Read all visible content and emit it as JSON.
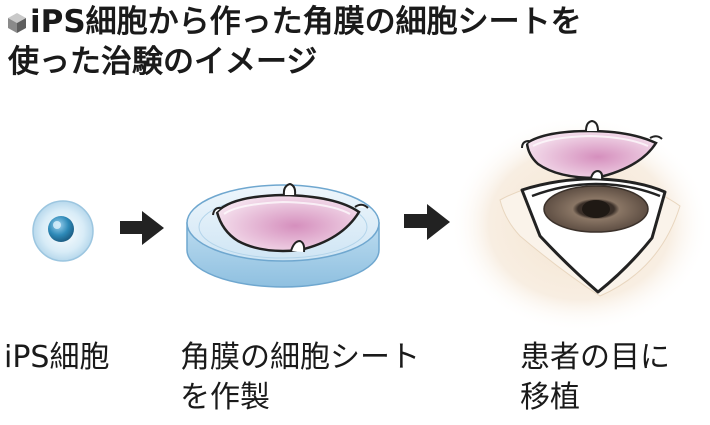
{
  "title": {
    "line1": "iPS細胞から作った角膜の細胞シートを",
    "line2": "使った治験のイメージ"
  },
  "icons": {
    "bullet": "cube-icon",
    "arrow": "arrow-right-icon"
  },
  "steps": [
    {
      "line1": "iPS細胞",
      "line2": ""
    },
    {
      "line1": "角膜の細胞シート",
      "line2": "を作製"
    },
    {
      "line1": "患者の目に",
      "line2": "移植"
    }
  ],
  "colors": {
    "sheet_pink": "#e7b3d2",
    "dish_blue": "#a9cfe8",
    "cell_teal": "#2e8ab8",
    "iris_brown": "#6b5a4e"
  }
}
